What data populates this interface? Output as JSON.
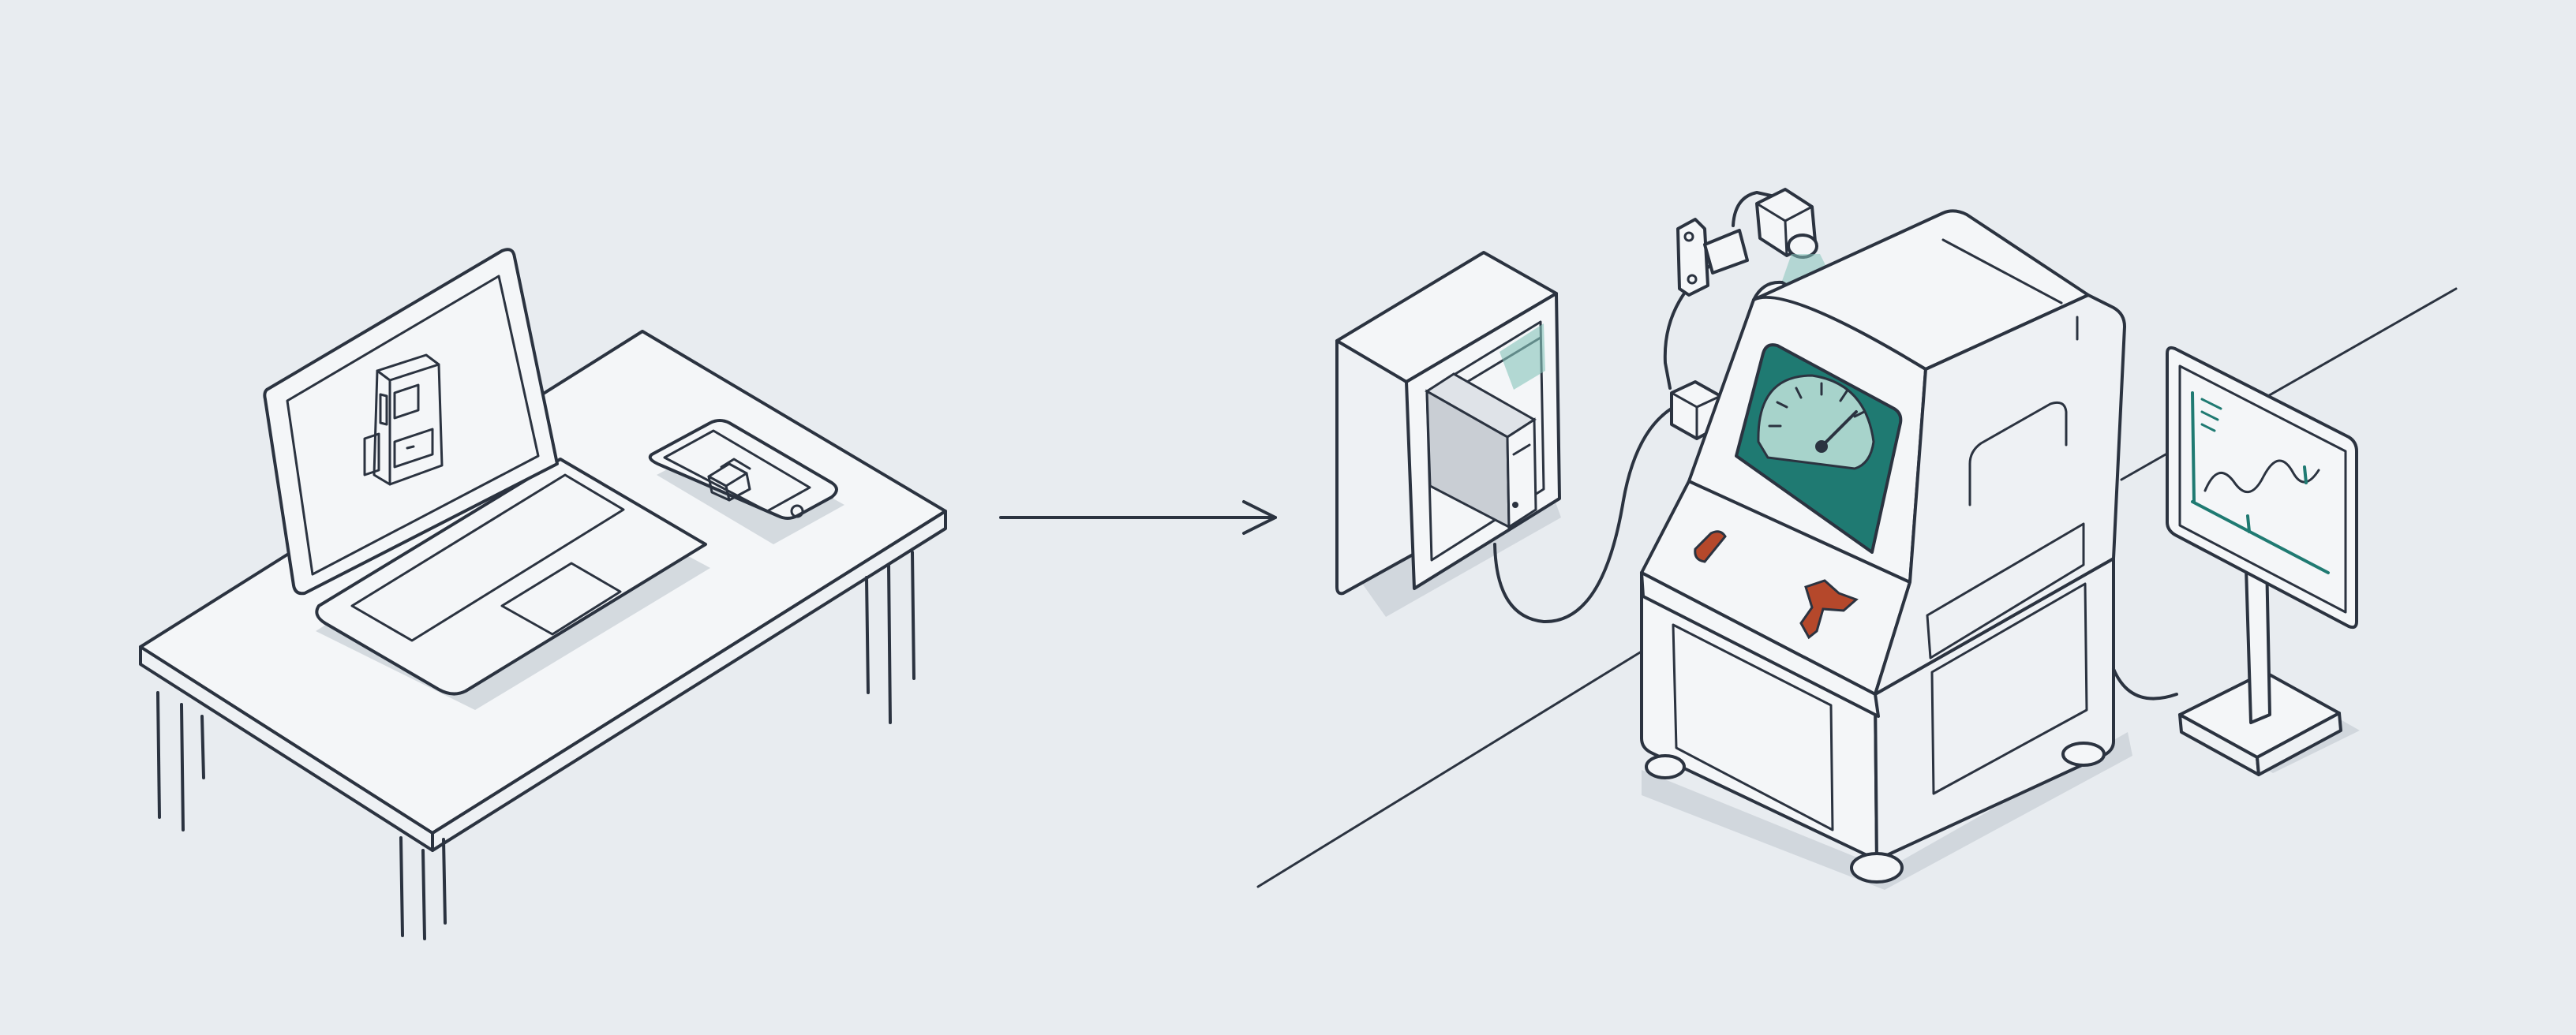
{
  "diagram": {
    "type": "illustration",
    "text": [],
    "palette": {
      "background": "#e8ecf0",
      "line": "#2b3340",
      "surface": "#f4f6f8",
      "shadow": "#c9d0d7",
      "teal": "#1f7a72",
      "teal_light": "#86c5bb",
      "gauge_face": "#a7d3cb",
      "server_gray": "#c9ced4",
      "accent_red": "#b5482b"
    },
    "groups": [
      {
        "id": "workstation",
        "items": [
          "desk",
          "laptop",
          "laptop-screen-machine-sketch",
          "smartphone",
          "phone-screen-cube-sketch"
        ]
      },
      {
        "id": "flow-arrow",
        "direction": "right"
      },
      {
        "id": "factory",
        "items": [
          "wall-cabinet",
          "server-unit",
          "cable",
          "ceiling-camera",
          "camera-beam",
          "industrial-machine",
          "gauge-display",
          "control-buttons",
          "side-monitor",
          "waveform-chart",
          "floor-lines"
        ]
      }
    ]
  }
}
